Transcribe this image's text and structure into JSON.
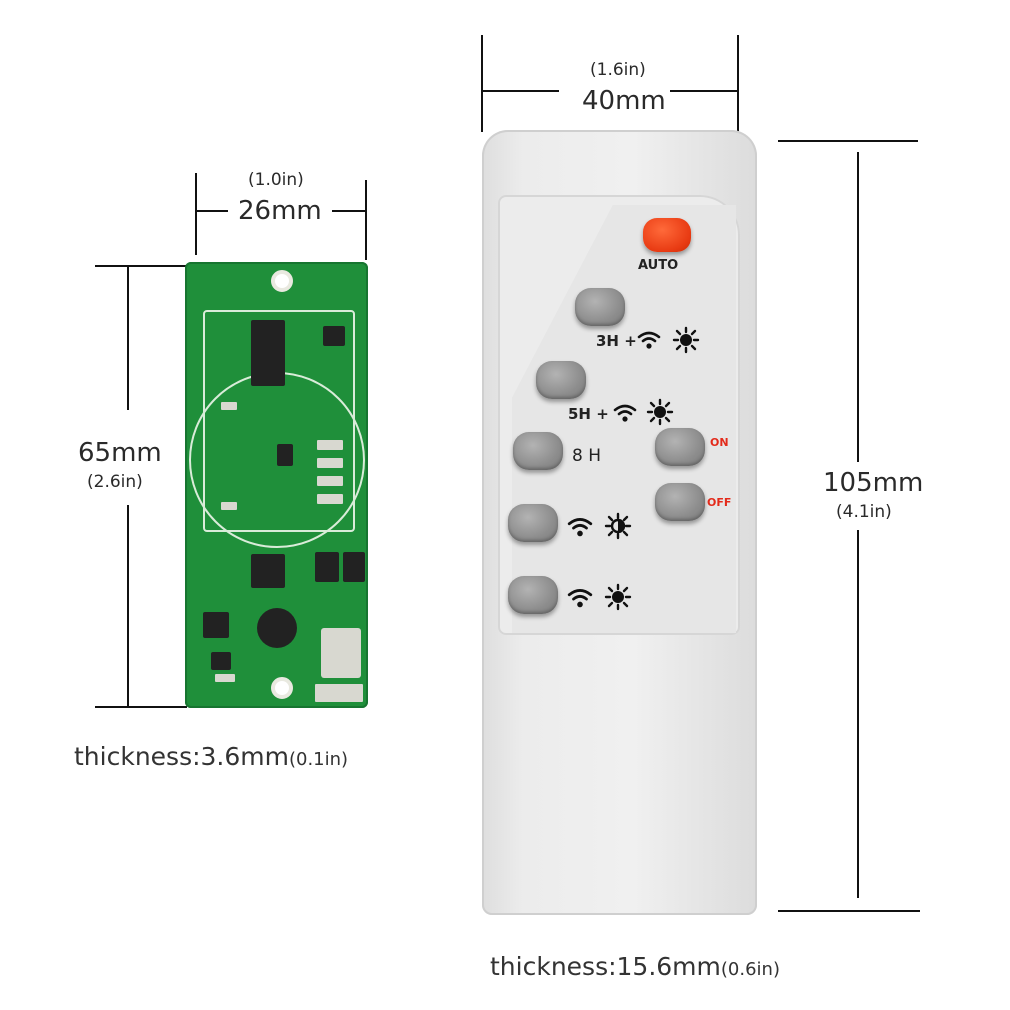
{
  "pcb": {
    "width_mm": "26mm",
    "width_in": "(1.0in)",
    "height_mm": "65mm",
    "height_in": "(2.6in)",
    "thickness_label": "thickness:3.6mm",
    "thickness_in": "(0.1in)"
  },
  "remote": {
    "width_mm": "40mm",
    "width_in": "(1.6in)",
    "height_mm": "105mm",
    "height_in": "(4.1in)",
    "thickness_label": "thickness:15.6mm",
    "thickness_in": "(0.6in)",
    "buttons": {
      "auto": "AUTO",
      "three_h": "3H +",
      "five_h": "5H +",
      "eight_h": "8 H",
      "on": "ON",
      "off": "OFF"
    },
    "colors": {
      "auto_button": "#e83a12",
      "on_off_text": "#e32a1a",
      "pcb_green": "#1f8f3a"
    },
    "icons": [
      "wifi-icon",
      "light-icon"
    ]
  }
}
